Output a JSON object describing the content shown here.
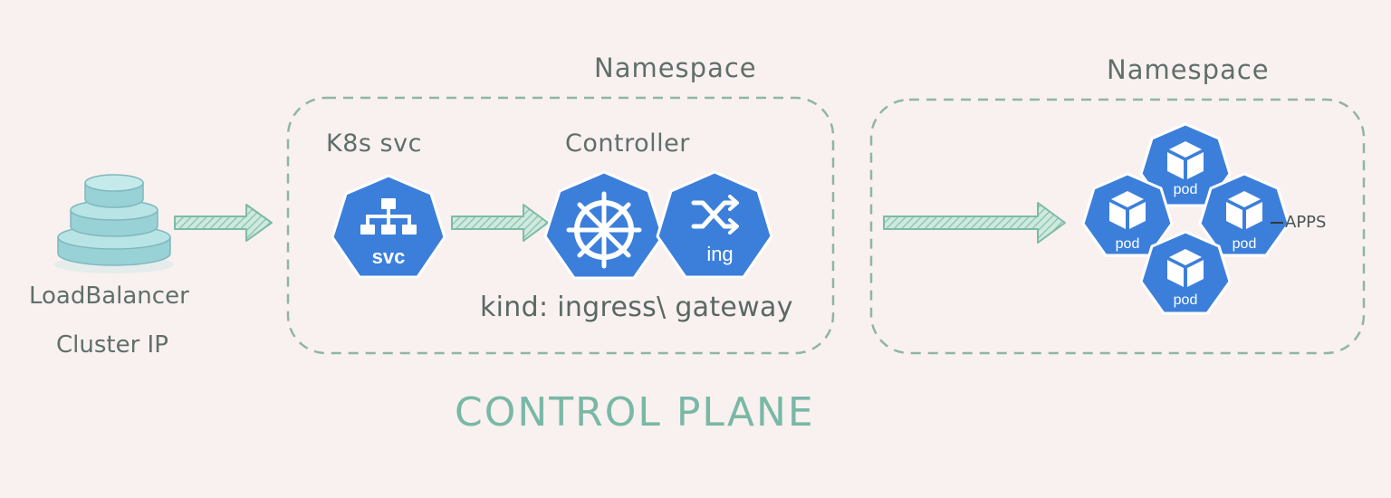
{
  "namespace_left": {
    "title": "Namespace"
  },
  "namespace_right": {
    "title": "Namespace"
  },
  "loadbalancer": {
    "line1": "LoadBalancer",
    "line2": "Cluster IP",
    "icon": "stacked-disks-icon"
  },
  "k8s_svc": {
    "label": "K8s svc",
    "badge": "svc",
    "icon": "network-hierarchy-icon"
  },
  "controller": {
    "label": "Controller",
    "icon": "kubernetes-helm-icon"
  },
  "ingress": {
    "badge": "ing",
    "icon": "shuffle-icon"
  },
  "kind_text": "kind: ingress\\ gateway",
  "pods": [
    {
      "badge": "pod"
    },
    {
      "badge": "pod"
    },
    {
      "badge": "pod"
    },
    {
      "badge": "pod"
    }
  ],
  "apps_label": "APPS",
  "footer": "CONTROL PLANE",
  "colors": {
    "background": "#f9f1ef",
    "dashed_border": "#8fb5a8",
    "arrow": "#87c2ad",
    "k8s_blue": "#3c7fdb",
    "disk": "#a8dcdf",
    "footer_text": "#79b8a6"
  }
}
